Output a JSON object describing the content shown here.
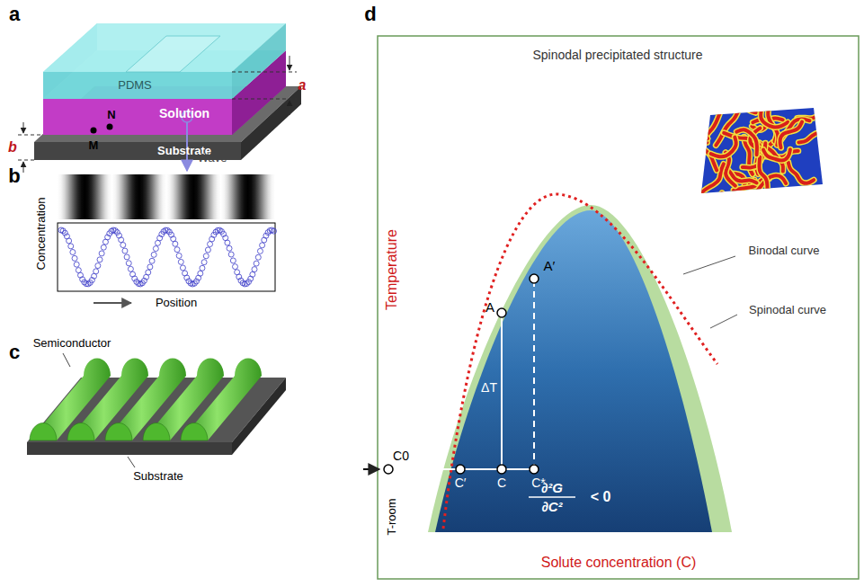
{
  "diagram": {
    "labels": [
      "a",
      "b",
      "c",
      "d",
      "PDMS",
      "Solution",
      "Substrate",
      "M",
      "N",
      "a",
      "b",
      "Wave",
      "Concentration",
      "Position",
      "Semiconductor",
      "Substrate",
      "Spinodal precipitated structure",
      "Temperature",
      "T-room",
      "Binodal curve",
      "Spinodal curve",
      "A",
      "A′",
      "ΔT",
      "C0",
      "C′",
      "C",
      "C*",
      "∂²G",
      "∂C²",
      "< 0",
      "Solute concentration (C)"
    ]
  }
}
